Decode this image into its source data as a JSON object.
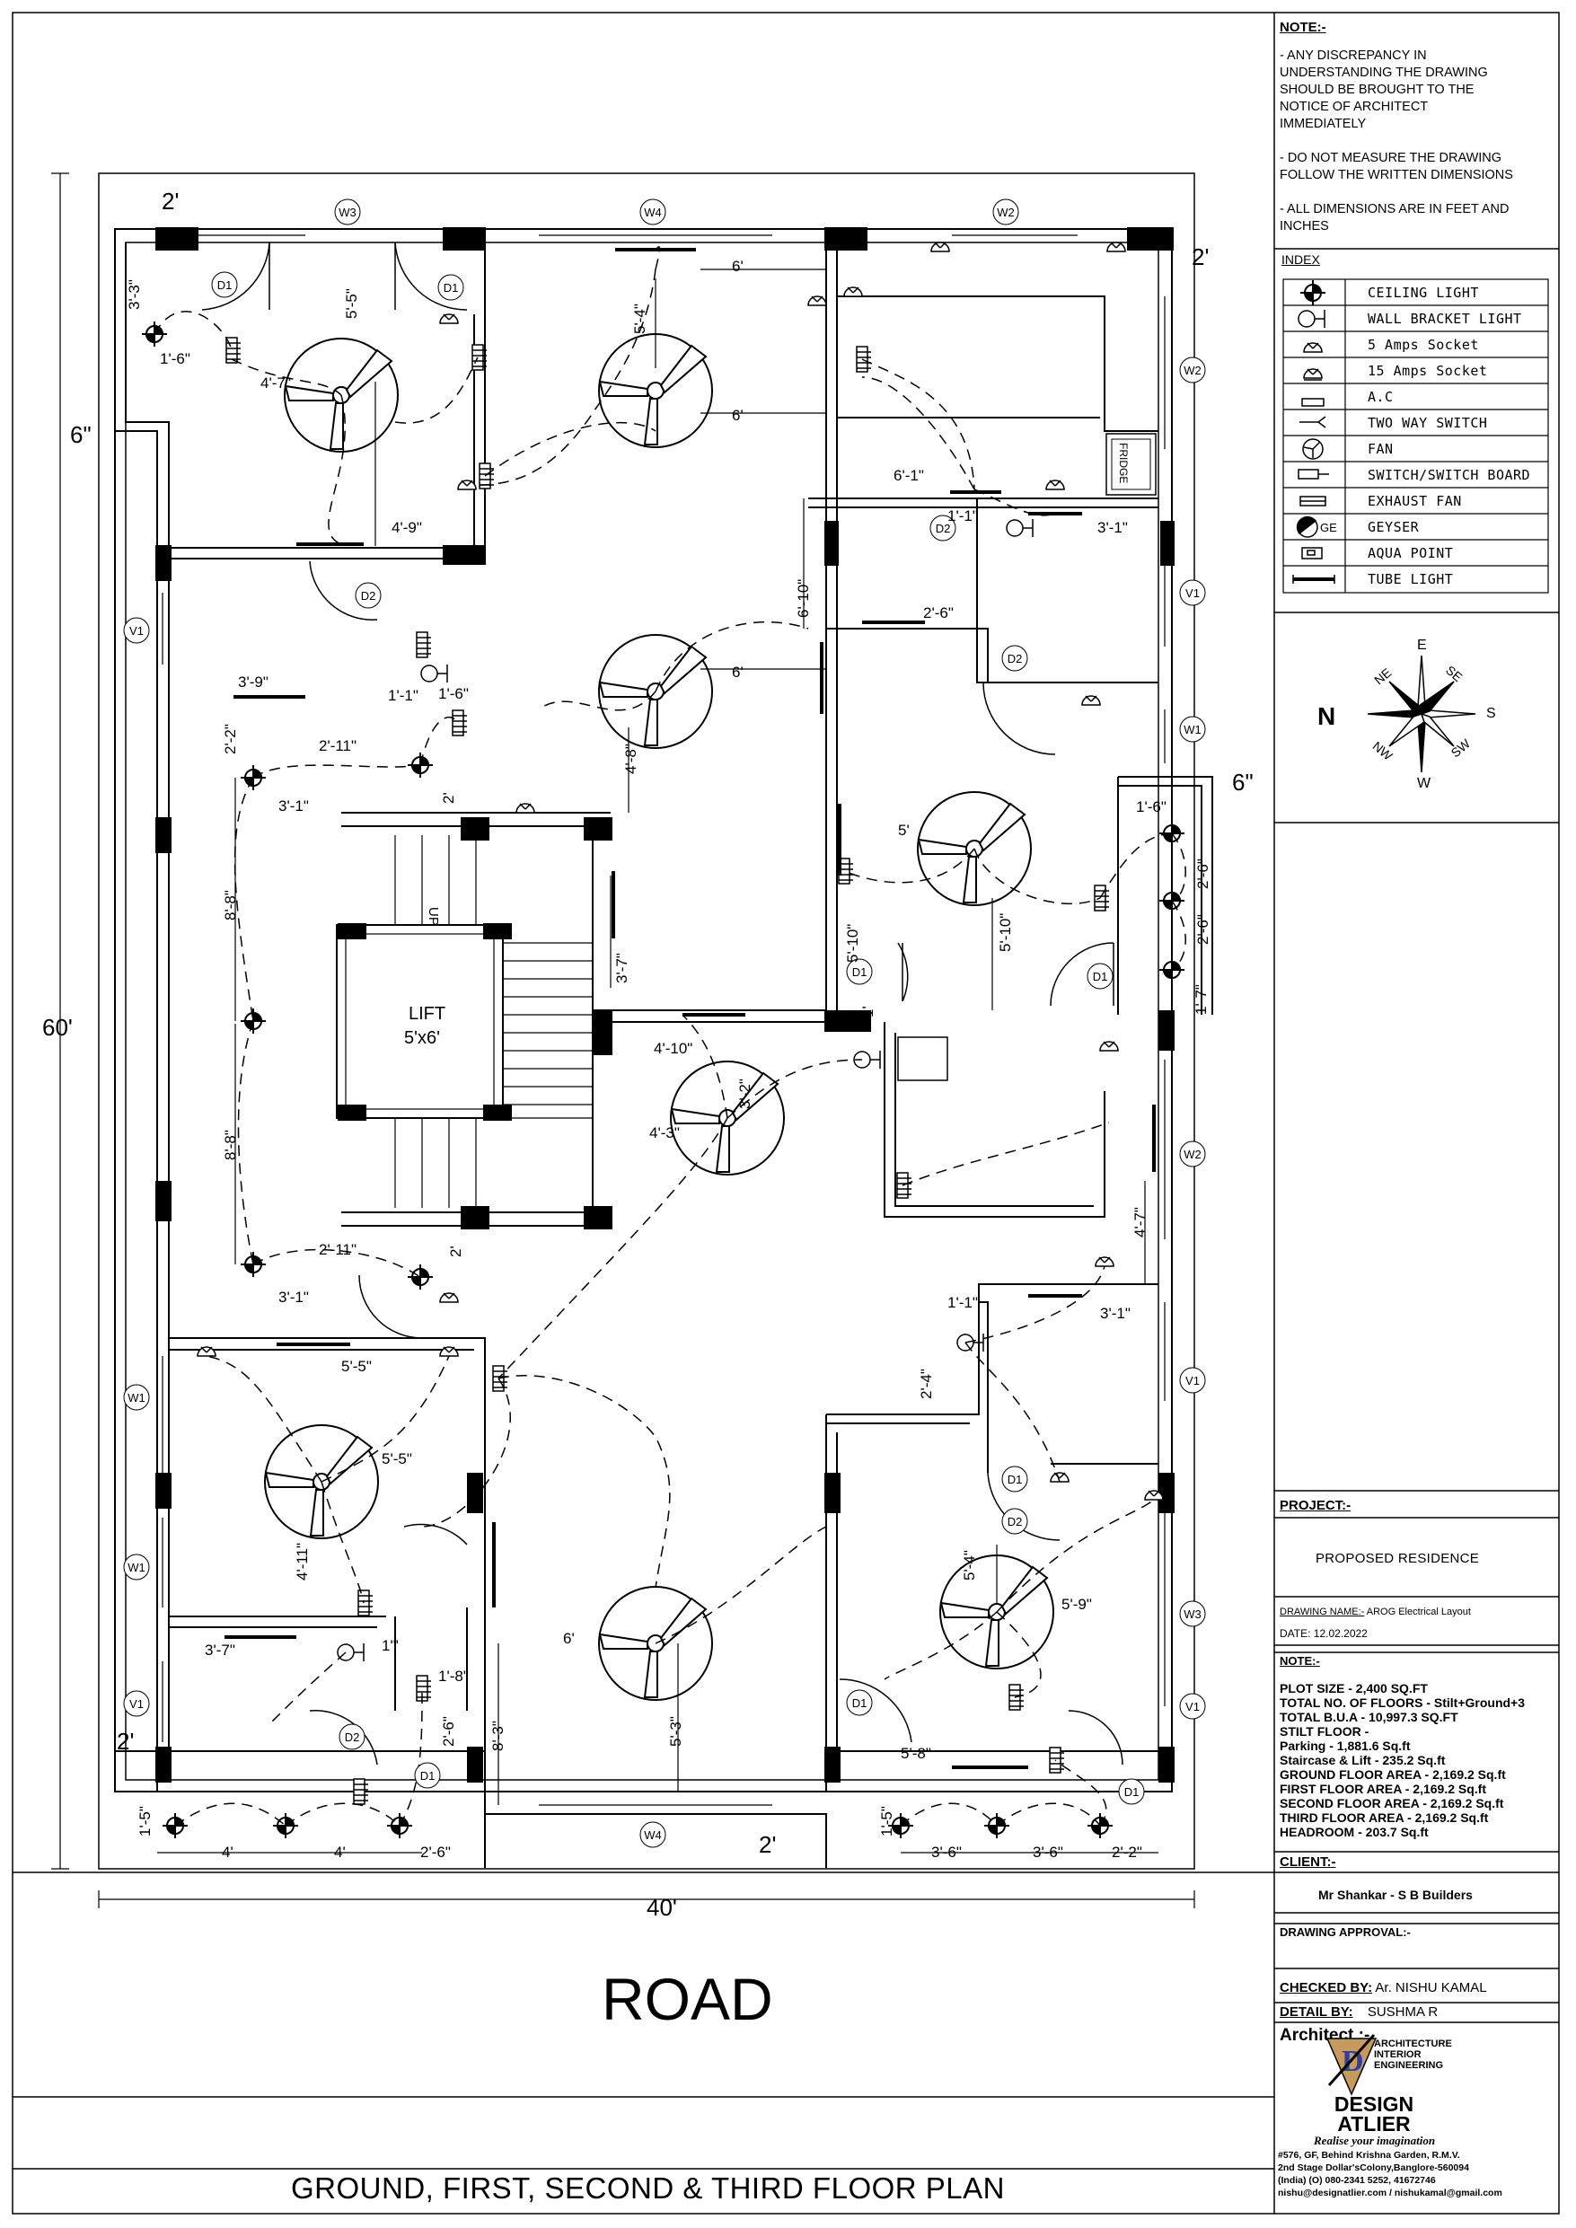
{
  "notes": {
    "title": "NOTE:-",
    "items": [
      "- ANY DISCREPANCY IN",
      "UNDERSTANDING THE DRAWING",
      "SHOULD BE BROUGHT TO THE",
      "NOTICE OF ARCHITECT",
      "IMMEDIATELY",
      "",
      "- DO NOT MEASURE THE DRAWING",
      "FOLLOW THE WRITTEN DIMENSIONS",
      "",
      "- ALL DIMENSIONS ARE IN FEET AND",
      "INCHES"
    ]
  },
  "index": {
    "title": "INDEX",
    "rows": [
      {
        "icon": "ceiling-light-icon",
        "label": "CEILING LIGHT"
      },
      {
        "icon": "wall-bracket-light-icon",
        "label": "WALL BRACKET LIGHT"
      },
      {
        "icon": "socket-5a-icon",
        "label": "5 Amps Socket"
      },
      {
        "icon": "socket-15a-icon",
        "label": "15 Amps Socket"
      },
      {
        "icon": "ac-icon",
        "label": "A.C"
      },
      {
        "icon": "two-way-switch-icon",
        "label": "TWO WAY SWITCH"
      },
      {
        "icon": "fan-icon",
        "label": "FAN"
      },
      {
        "icon": "switch-board-icon",
        "label": "SWITCH/SWITCH BOARD"
      },
      {
        "icon": "exhaust-fan-icon",
        "label": "EXHAUST FAN"
      },
      {
        "icon": "geyser-icon",
        "label": "GEYSER",
        "icon_text": "GE"
      },
      {
        "icon": "aqua-point-icon",
        "label": "AQUA POINT"
      },
      {
        "icon": "tube-light-icon",
        "label": "TUBE LIGHT"
      }
    ]
  },
  "compass": {
    "n": "N",
    "e": "E",
    "s": "S",
    "w": "W",
    "ne": "NE",
    "se": "SE",
    "sw": "SW",
    "nw": "NW"
  },
  "project": {
    "label": "PROJECT:-",
    "name": "PROPOSED RESIDENCE",
    "drawing_name_label": "DRAWING NAME:-",
    "drawing_name": "AROG Electrical Layout",
    "date_label": "DATE:",
    "date": "12.02.2022"
  },
  "area_notes": {
    "title": "NOTE:-",
    "lines": [
      "PLOT SIZE - 2,400 SQ.FT",
      "TOTAL NO. OF FLOORS - Stilt+Ground+3",
      "TOTAL B.U.A - 10,997.3 SQ.FT",
      "STILT FLOOR -",
      "Parking - 1,881.6 Sq.ft",
      "Staircase & Lift - 235.2 Sq.ft",
      "GROUND FLOOR AREA - 2,169.2 Sq.ft",
      "FIRST FLOOR AREA - 2,169.2 Sq.ft",
      "SECOND FLOOR AREA - 2,169.2 Sq.ft",
      "THIRD FLOOR AREA - 2,169.2 Sq.ft",
      "HEADROOM - 203.7 Sq.ft"
    ]
  },
  "client": {
    "label": "CLIENT:-",
    "name": "Mr Shankar -  S B Builders"
  },
  "approval": {
    "label": "DRAWING APPROVAL:-"
  },
  "checked": {
    "label": "CHECKED BY:",
    "value": "Ar. NISHU KAMAL"
  },
  "detail": {
    "label": "DETAIL BY:",
    "value": "SUSHMA R"
  },
  "architect": {
    "label": "Architect :-",
    "services": [
      "ARCHITECTURE",
      "INTERIOR",
      "ENGINEERING"
    ],
    "firm_line1": "DESIGN",
    "firm_line2": "ATLIER",
    "tagline": "Realise your imagination",
    "address": [
      "#576, GF, Behind Krishna Garden, R.M.V.",
      "2nd Stage Dollar'sColony,Banglore-560094",
      "(India) (O) 080-2341 5252, 41672746",
      "nishu@designatlier.com  / nishukamal@gmail.com"
    ]
  },
  "plan": {
    "road": "ROAD",
    "title": "GROUND, FIRST, SECOND & THIRD FLOOR PLAN",
    "overall_width": "40'",
    "overall_depth": "60'",
    "lift_label": "LIFT",
    "lift_size": "5'x6'",
    "stair_label": "UP",
    "fridge": "FRIDGE",
    "setbacks": {
      "top": "2'",
      "right": "2'",
      "left": "6\"",
      "right_mid": "6\"",
      "bottom_left": "2'",
      "bottom": "2'"
    },
    "windows": [
      "W3",
      "W4",
      "W2",
      "W2",
      "V1",
      "W1",
      "V1",
      "W2",
      "V1",
      "W1",
      "W1",
      "V1",
      "W3",
      "V1",
      "W4"
    ],
    "doors": [
      "D1",
      "D1",
      "D2",
      "D2",
      "D2",
      "D1",
      "D1",
      "D1",
      "D2",
      "D1",
      "D2",
      "D1",
      "D1"
    ],
    "dims": [
      "3'-3\"",
      "1'-6\"",
      "5'-5\"",
      "4'-7\"",
      "4'-9\"",
      "5'-4\"",
      "6'",
      "6'",
      "6'-1\"",
      "1'-1\"",
      "3'-1\"",
      "2'-6\"",
      "6'-10\"",
      "6'",
      "3'-9\"",
      "1'-1\"",
      "1'-6\"",
      "2'-2\"",
      "2'-11\"",
      "2'",
      "3'-1\"",
      "4'-8\"",
      "8'-8\"",
      "8'-8\"",
      "3'-7\"",
      "5'",
      "1'-6\"",
      "2'-6\"",
      "2'-6\"",
      "1'-7\"",
      "5'-10\"",
      "5'-10\"",
      "1'",
      "4'-10\"",
      "3'-2\"",
      "4'-3\"",
      "4'-7\"",
      "2'-11\"",
      "2'",
      "3'-1\"",
      "1'-1\"",
      "3'-1\"",
      "2'-4\"",
      "5'-5\"",
      "5'-5\"",
      "4'-11\"",
      "5'-4\"",
      "5'-9\"",
      "3'-7\"",
      "1'\"",
      "1'-8\"",
      "2'-6\"",
      "6'",
      "8'-3\"",
      "5'-3\"",
      "5'-8\"",
      "1'-5\"",
      "4'",
      "4'",
      "2'-6\"",
      "1'-5\"",
      "3'-6\"",
      "3'-6\"",
      "2'-2\""
    ]
  }
}
